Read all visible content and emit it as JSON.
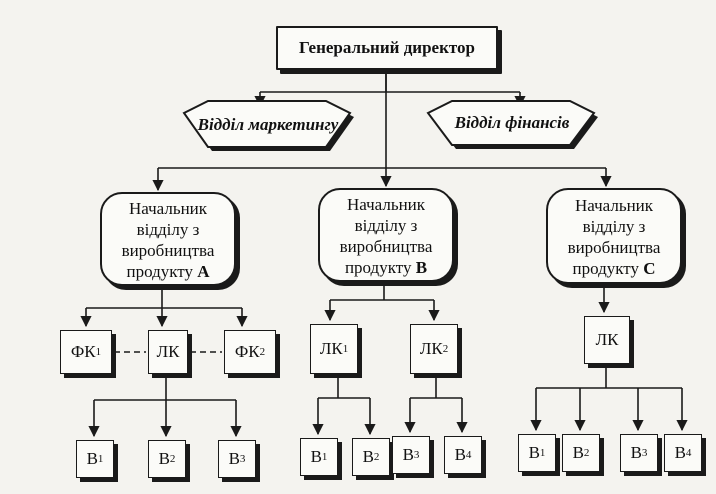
{
  "director": "Генеральний директор",
  "departments": {
    "marketing": "Відділ маркетингу",
    "finance": "Відділ фінансів"
  },
  "heads": [
    {
      "lines": [
        "Начальник",
        "відділу з",
        "виробництва",
        "продукту "
      ],
      "product": "А"
    },
    {
      "lines": [
        "Начальник",
        "відділу з",
        "виробництва",
        "продукту "
      ],
      "product": "В"
    },
    {
      "lines": [
        "Начальник",
        "відділу з",
        "виробництва",
        "продукту "
      ],
      "product": "С"
    }
  ],
  "unit_a": {
    "fk1": {
      "base": "ФК",
      "sub": "1"
    },
    "lk": "ЛК",
    "fk2": {
      "base": "ФК",
      "sub": "2"
    },
    "workers": [
      {
        "base": "В",
        "sub": "1"
      },
      {
        "base": "В",
        "sub": "2"
      },
      {
        "base": "В",
        "sub": "3"
      }
    ]
  },
  "unit_b": {
    "lk1": {
      "base": "ЛК",
      "sub": "1"
    },
    "lk2": {
      "base": "ЛК",
      "sub": "2"
    },
    "workers": [
      {
        "base": "В",
        "sub": "1"
      },
      {
        "base": "В",
        "sub": "2"
      },
      {
        "base": "В",
        "sub": "3"
      },
      {
        "base": "В",
        "sub": "4"
      }
    ]
  },
  "unit_c": {
    "lk": "ЛК",
    "workers": [
      {
        "base": "В",
        "sub": "1"
      },
      {
        "base": "В",
        "sub": "2"
      },
      {
        "base": "В",
        "sub": "3"
      },
      {
        "base": "В",
        "sub": "4"
      }
    ]
  }
}
